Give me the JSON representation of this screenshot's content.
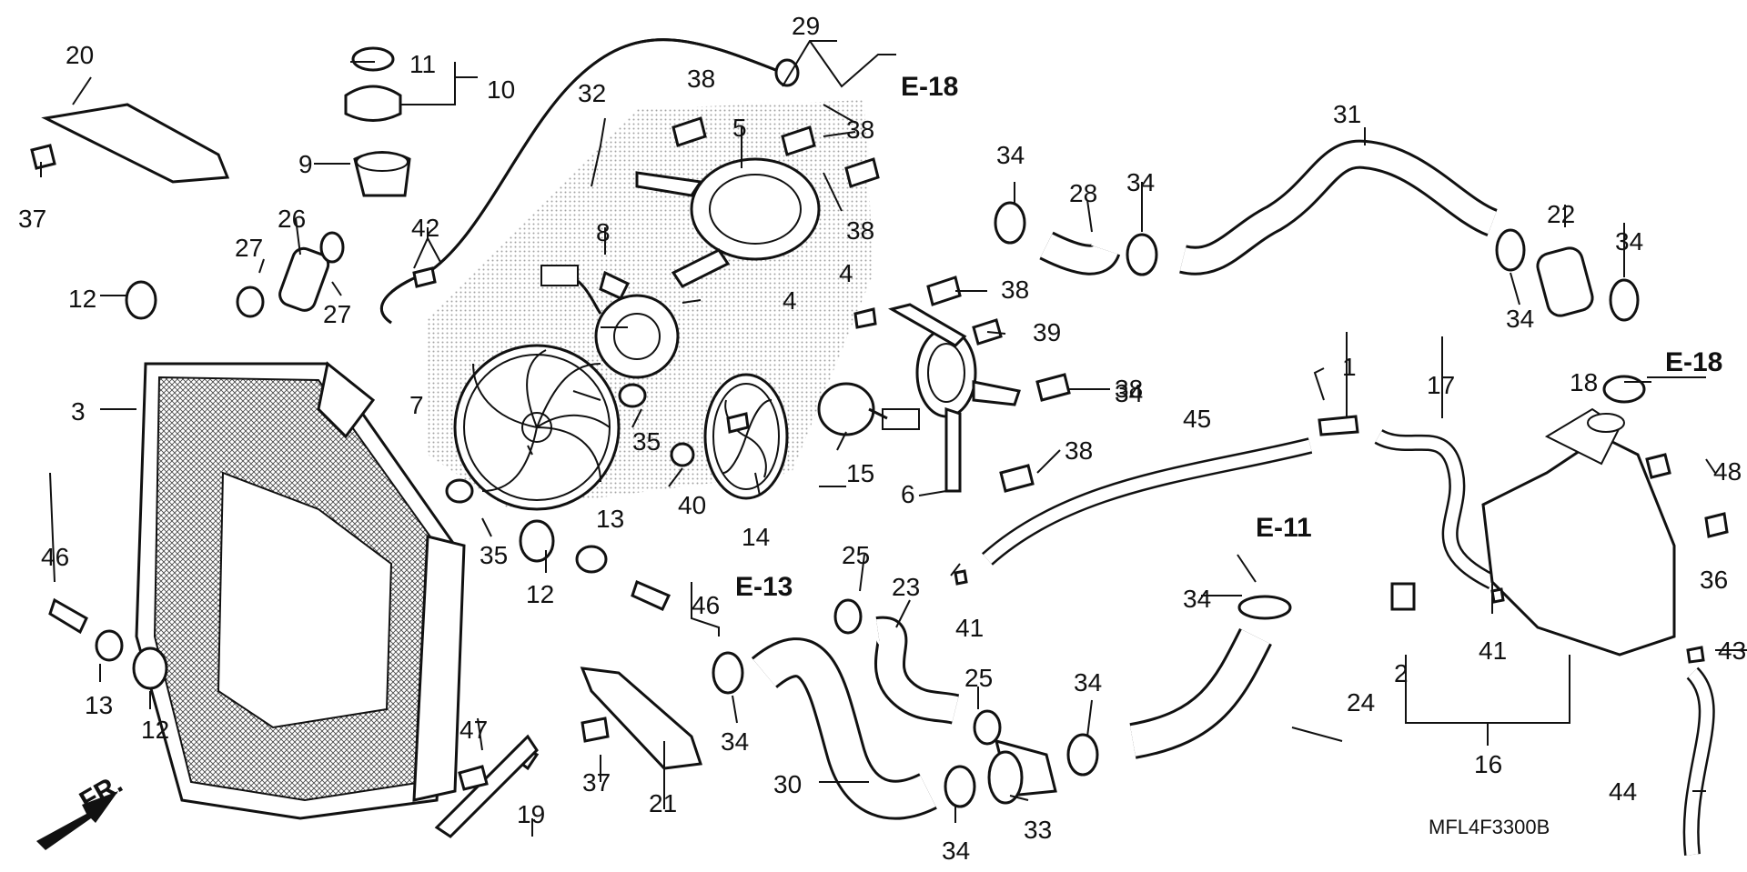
{
  "parts": {
    "p1": "1",
    "p2": "2",
    "p3": "3",
    "p4a": "4",
    "p4b": "4",
    "p5": "5",
    "p6": "6",
    "p7": "7",
    "p8": "8",
    "p9": "9",
    "p10": "10",
    "p11": "11",
    "p12a": "12",
    "p12b": "12",
    "p12c": "12",
    "p13a": "13",
    "p13b": "13",
    "p14": "14",
    "p15": "15",
    "p16": "16",
    "p17": "17",
    "p18": "18",
    "p19": "19",
    "p20": "20",
    "p21": "21",
    "p22": "22",
    "p23": "23",
    "p24": "24",
    "p25a": "25",
    "p25b": "25",
    "p26": "26",
    "p27a": "27",
    "p27b": "27",
    "p28": "28",
    "p29": "29",
    "p30": "30",
    "p31": "31",
    "p32": "32",
    "p33": "33",
    "p34a": "34",
    "p34b": "34",
    "p34c": "34",
    "p34d": "34",
    "p34e": "34",
    "p34f": "34",
    "p34g": "34",
    "p34h": "34",
    "p34i": "34",
    "p35a": "35",
    "p35b": "35",
    "p36": "36",
    "p37a": "37",
    "p37b": "37",
    "p38a": "38",
    "p38b": "38",
    "p38c": "38",
    "p38d": "38",
    "p38e": "38",
    "p38f": "38",
    "p39": "39",
    "p40": "40",
    "p41a": "41",
    "p41b": "41",
    "p42": "42",
    "p43": "43",
    "p44": "44",
    "p45": "45",
    "p46a": "46",
    "p46b": "46",
    "p47": "47",
    "p48": "48"
  },
  "refs": {
    "e18a": "E-18",
    "e18b": "E-18",
    "e13": "E-13",
    "e11": "E-11"
  },
  "front_arrow_label": "FR.",
  "drawing_code": "MFL4F3300B"
}
